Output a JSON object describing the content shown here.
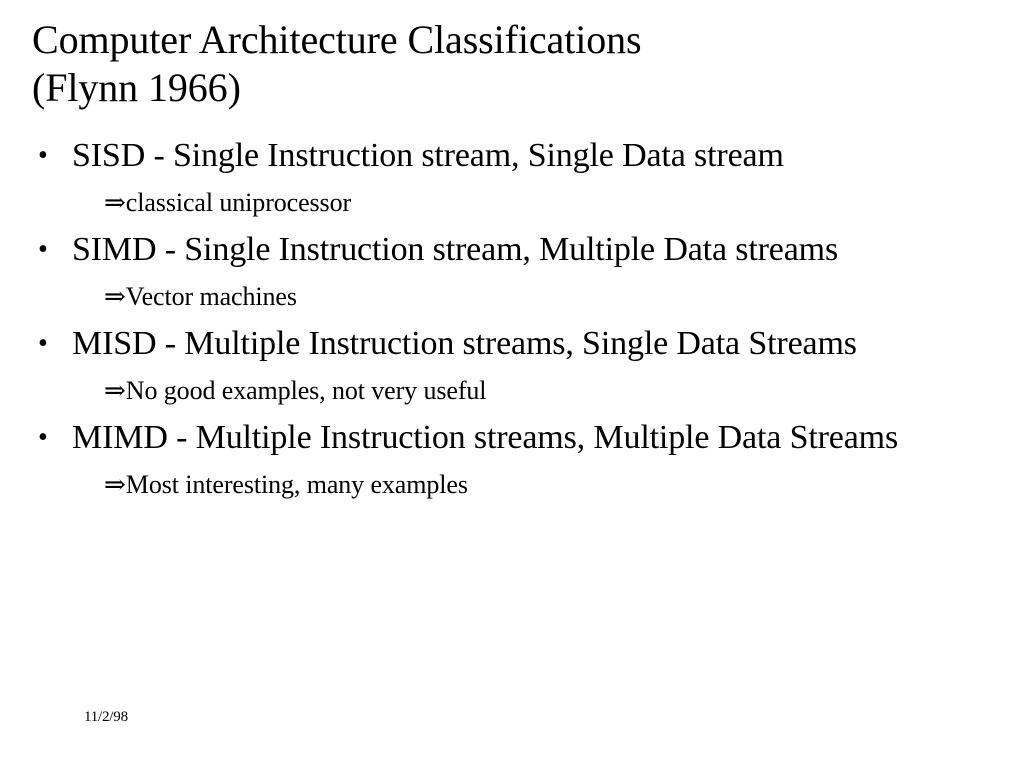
{
  "slide": {
    "title": "Computer Architecture Classifications\n(Flynn 1966)",
    "background_color": "#ffffff",
    "text_color": "#000000",
    "bullet_marker": "•",
    "subbullet_marker": "⇒",
    "items": [
      {
        "label": "SISD - Single Instruction stream, Single Data stream",
        "sub": "classical uniprocessor"
      },
      {
        "label": "SIMD - Single Instruction stream, Multiple Data streams",
        "sub": "Vector machines"
      },
      {
        "label": "MISD - Multiple Instruction streams, Single Data Streams",
        "sub": "No good examples, not very useful"
      },
      {
        "label": "MIMD - Multiple Instruction streams, Multiple Data Streams",
        "sub": "Most interesting, many examples"
      }
    ],
    "footer": {
      "date": "11/2/98"
    }
  }
}
